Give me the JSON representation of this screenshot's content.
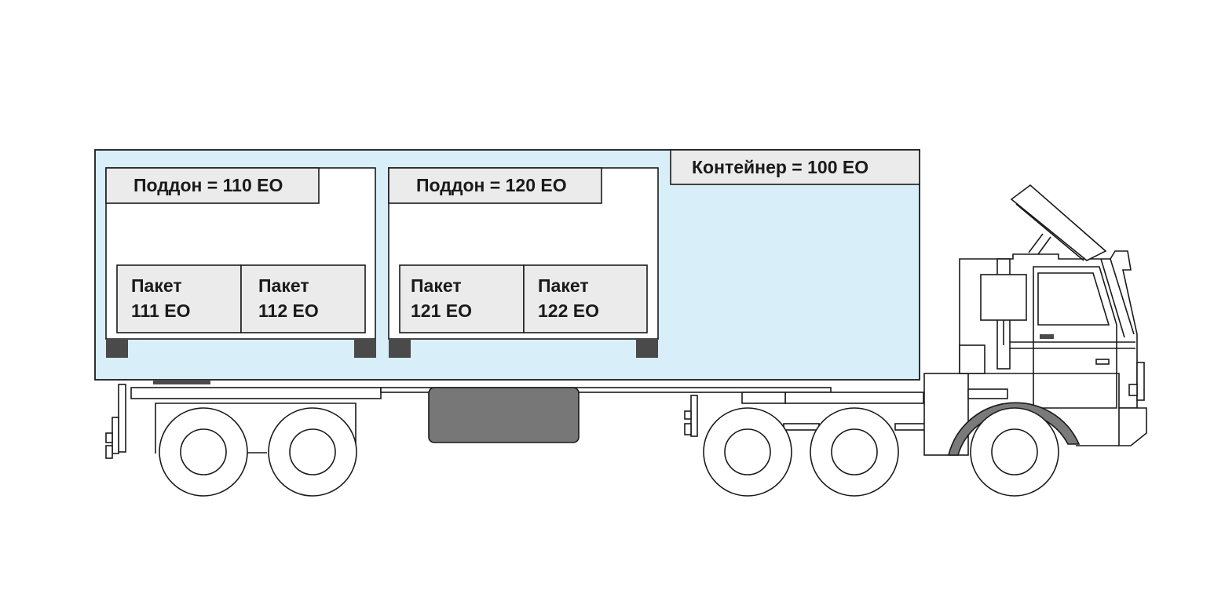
{
  "container": {
    "label": "Контейнер = 100 ЕО"
  },
  "pallets": [
    {
      "label": "Поддон = 110 ЕО",
      "packages": [
        {
          "line1": "Пакет",
          "line2": "111 ЕО"
        },
        {
          "line1": "Пакет",
          "line2": "112 ЕО"
        }
      ]
    },
    {
      "label": "Поддон = 120 ЕО",
      "packages": [
        {
          "line1": "Пакет",
          "line2": "121 ЕО"
        },
        {
          "line1": "Пакет",
          "line2": "122 ЕО"
        }
      ]
    }
  ],
  "colors": {
    "container_fill": "#d8eef9",
    "label_fill": "#ebebeb",
    "outline": "#1a1a1a",
    "fuel_tank": "#777777",
    "fender": "#7a7a7a",
    "pallet_feet": "#4a4a4a"
  }
}
